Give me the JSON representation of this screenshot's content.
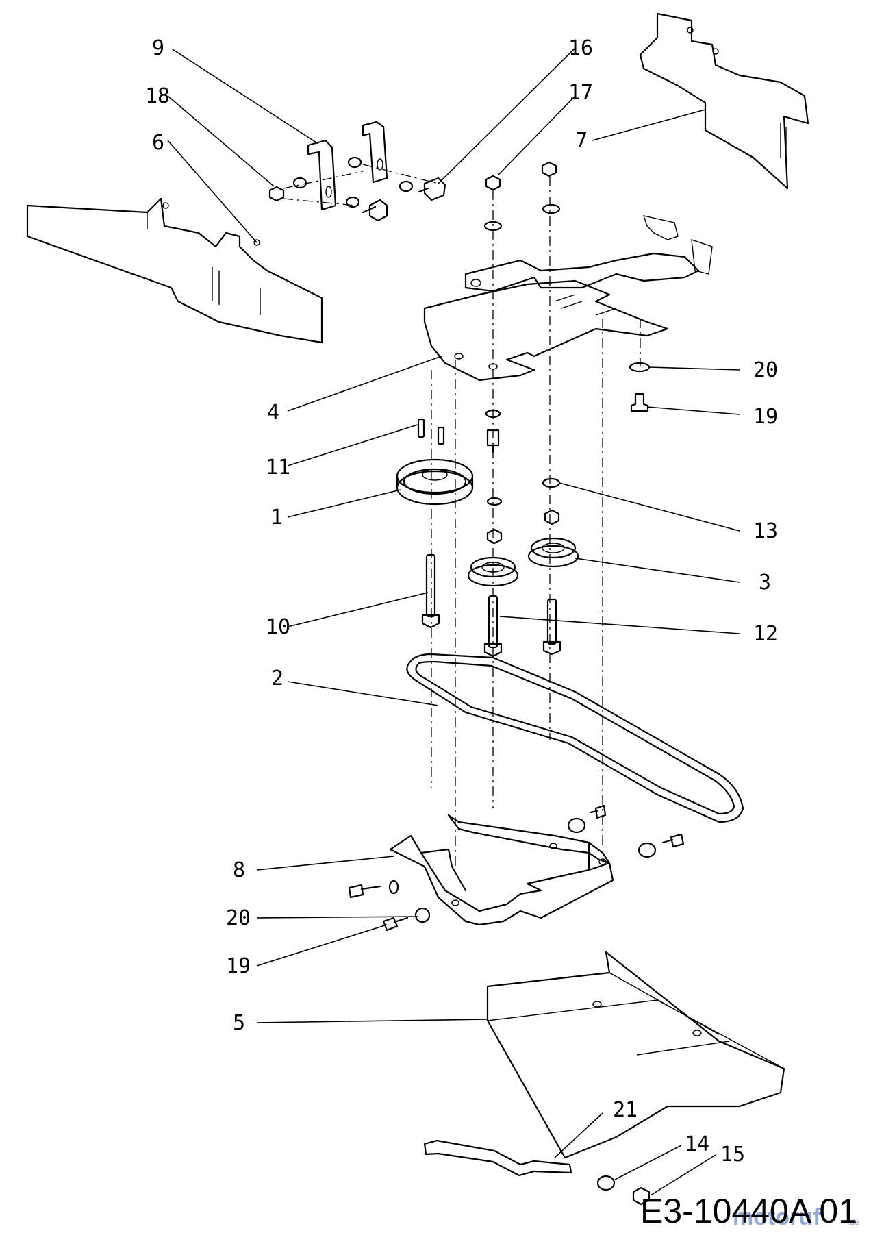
{
  "drawing_code": "E3-10440A 01",
  "watermark": {
    "text": "motoruf",
    "suffix": ".de"
  },
  "callouts": {
    "c1": "1",
    "c2": "2",
    "c3": "3",
    "c4": "4",
    "c5": "5",
    "c6": "6",
    "c7": "7",
    "c8": "8",
    "c9": "9",
    "c10": "10",
    "c11": "11",
    "c12": "12",
    "c13": "13",
    "c14": "14",
    "c15": "15",
    "c16": "16",
    "c17": "17",
    "c18": "18",
    "c19a": "19",
    "c19b": "19",
    "c20a": "20",
    "c20b": "20",
    "c21": "21"
  }
}
